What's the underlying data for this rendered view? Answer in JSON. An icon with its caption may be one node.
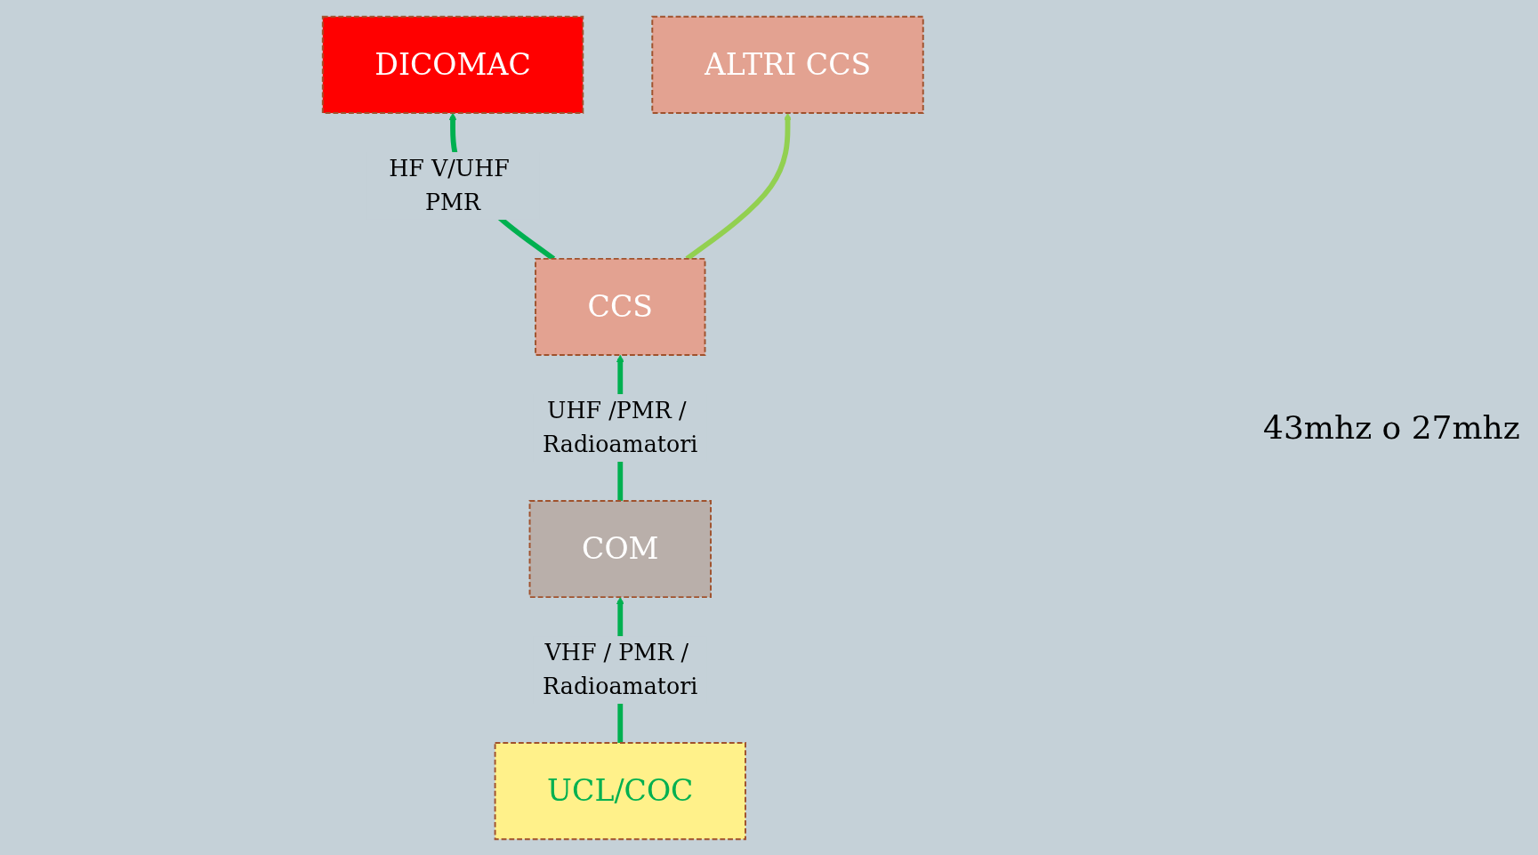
{
  "diagram": {
    "nodes": [
      {
        "text": [
          "DICOMAC"
        ]
      },
      {
        "text": [
          "ALTRI CCS"
        ]
      },
      {
        "text": [
          "CCS"
        ]
      },
      {
        "text": [
          "COM"
        ]
      },
      {
        "text": [
          "UCL/COC"
        ]
      }
    ],
    "edges": [
      {
        "from": 2,
        "to": 0,
        "arrow": "to",
        "label": "HF V/UHF PMR"
      },
      {
        "from": 2,
        "to": 1,
        "arrow": "to",
        "color": "#92d050"
      },
      {
        "from": 3,
        "to": 2,
        "arrow": "to",
        "label": "UHF /PMR / Radioamatori"
      },
      {
        "from": 4,
        "to": 3,
        "arrow": "to",
        "label": "VHF / PMR / Radioamatori"
      }
    ],
    "labels": [
      "43mhz o 27mhz"
    ]
  }
}
